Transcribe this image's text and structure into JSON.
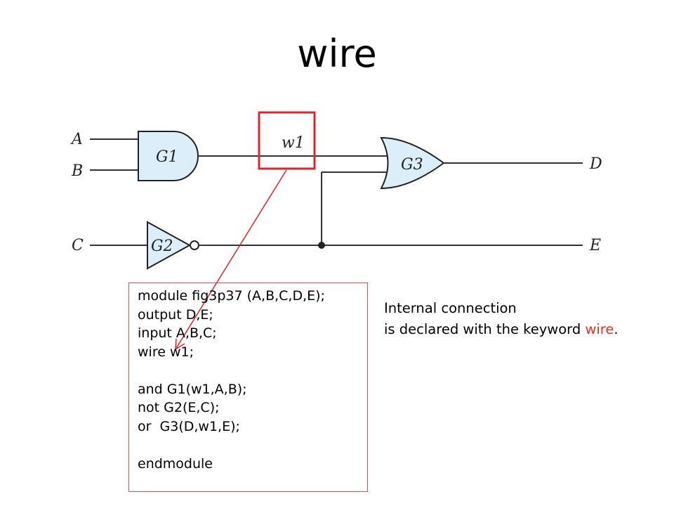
{
  "title": "wire",
  "circuit": {
    "inputs": [
      "A",
      "B",
      "C"
    ],
    "outputs": [
      "D",
      "E"
    ],
    "gates": [
      {
        "name": "G1",
        "type": "and"
      },
      {
        "name": "G2",
        "type": "not"
      },
      {
        "name": "G3",
        "type": "or"
      }
    ],
    "internal_wire": "w1"
  },
  "highlight_color": "#e8202a",
  "code": {
    "lines": [
      "module fig3p37 (A,B,C,D,E);",
      "output D,E;",
      "input A,B,C;",
      "wire w1;",
      "",
      "and G1(w1,A,B);",
      "not G2(E,C);",
      "or  G3(D,w1,E);",
      "",
      "endmodule"
    ]
  },
  "note": {
    "line1": "Internal connection",
    "line2_prefix": "is declared with the keyword ",
    "keyword": "wire",
    "line2_suffix": "."
  }
}
